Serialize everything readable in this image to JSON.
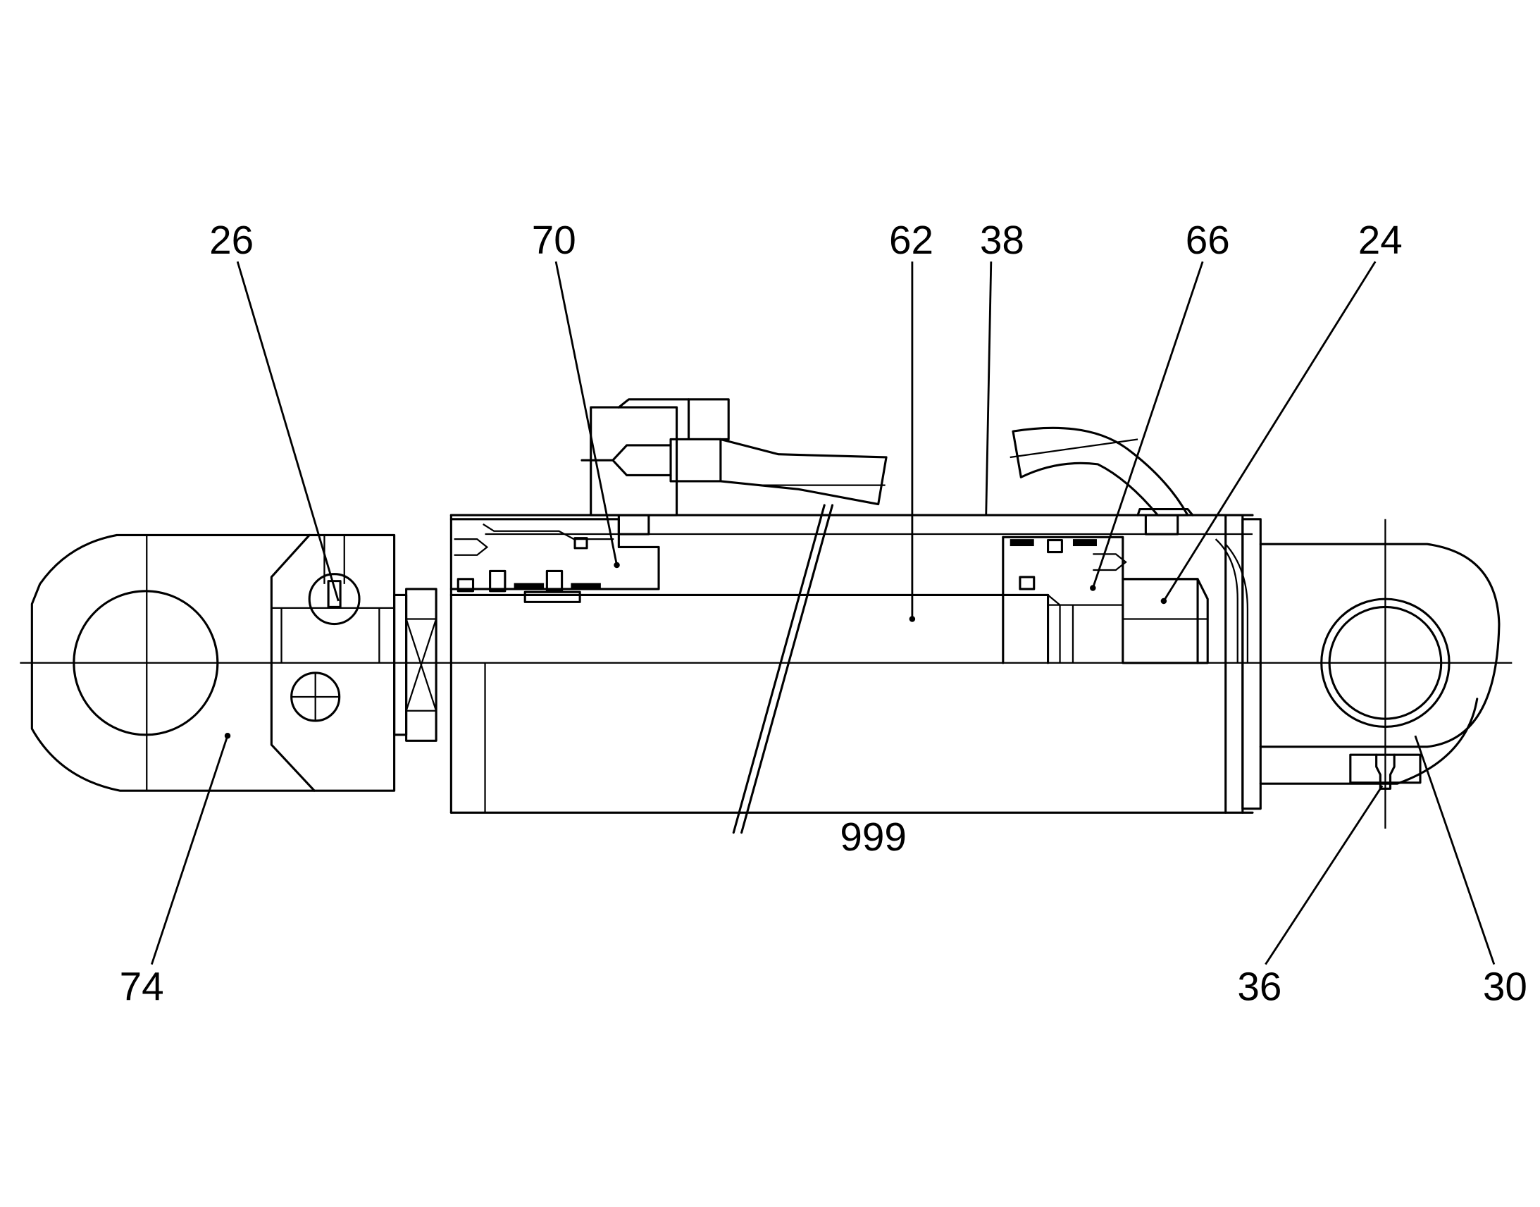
{
  "callouts": [
    {
      "id": "26",
      "text": "26"
    },
    {
      "id": "70",
      "text": "70"
    },
    {
      "id": "62",
      "text": "62"
    },
    {
      "id": "38",
      "text": "38"
    },
    {
      "id": "66",
      "text": "66"
    },
    {
      "id": "24",
      "text": "24"
    },
    {
      "id": "74",
      "text": "74"
    },
    {
      "id": "999",
      "text": "999"
    },
    {
      "id": "36",
      "text": "36"
    },
    {
      "id": "30",
      "text": "30"
    }
  ]
}
